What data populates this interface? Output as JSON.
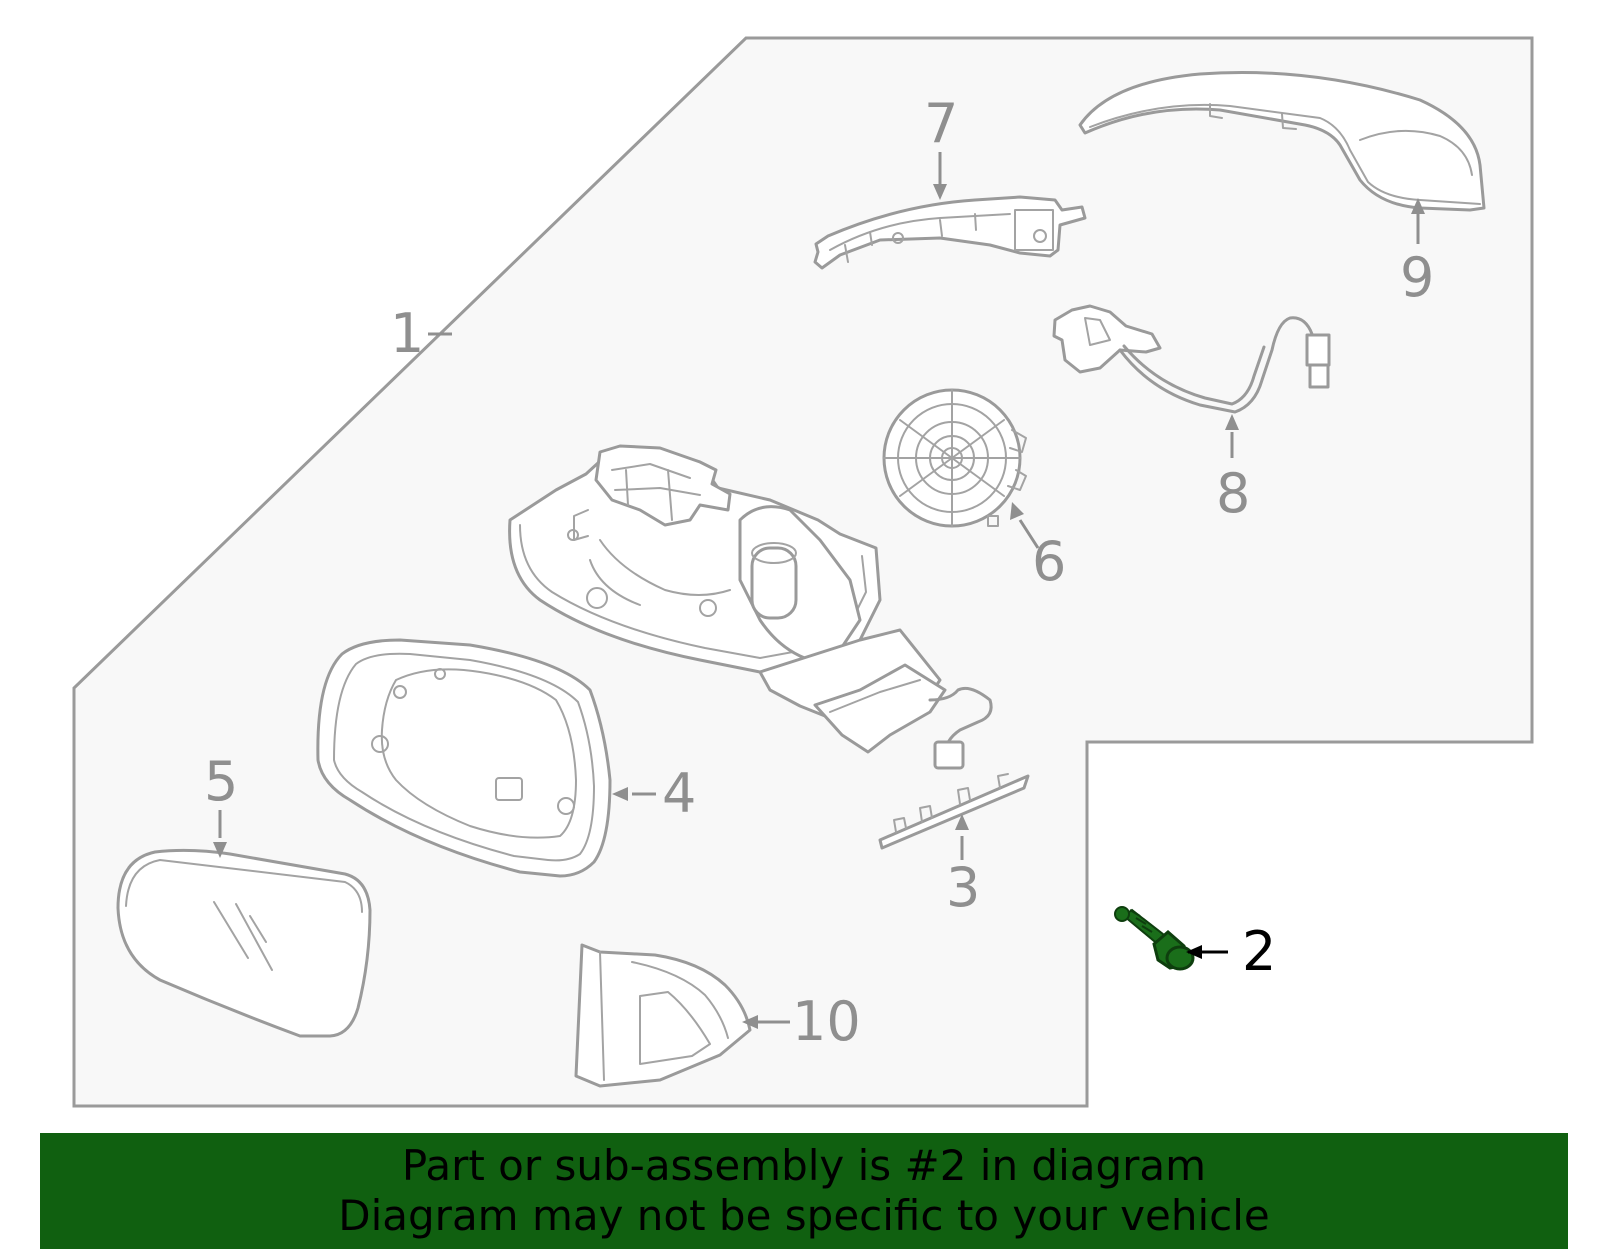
{
  "callouts": [
    {
      "id": "1",
      "label": "1"
    },
    {
      "id": "2",
      "label": "2",
      "highlighted": true
    },
    {
      "id": "3",
      "label": "3"
    },
    {
      "id": "4",
      "label": "4"
    },
    {
      "id": "5",
      "label": "5"
    },
    {
      "id": "6",
      "label": "6"
    },
    {
      "id": "7",
      "label": "7"
    },
    {
      "id": "8",
      "label": "8"
    },
    {
      "id": "9",
      "label": "9"
    },
    {
      "id": "10",
      "label": "10"
    }
  ],
  "banner": {
    "line1": "Part or sub-assembly is #2 in diagram",
    "line2": "Diagram may not be specific to your vehicle"
  },
  "colors": {
    "highlight_part": "#1a6e1a",
    "banner_background": "#106010",
    "line_art": "#9a9a9a",
    "panel_background": "#f8f8f8"
  }
}
